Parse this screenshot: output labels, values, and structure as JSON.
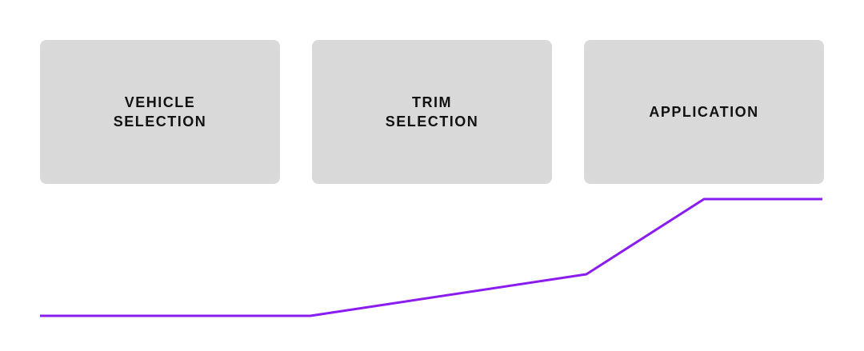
{
  "steps": [
    {
      "lines": [
        "VEHICLE",
        "SELECTION"
      ]
    },
    {
      "lines": [
        "TRIM",
        "SELECTION"
      ]
    },
    {
      "lines": [
        "APPLICATION"
      ]
    }
  ],
  "colors": {
    "card_background": "#d9d9d9",
    "label_text": "#111111",
    "progress_line": "#8b1cf0"
  }
}
